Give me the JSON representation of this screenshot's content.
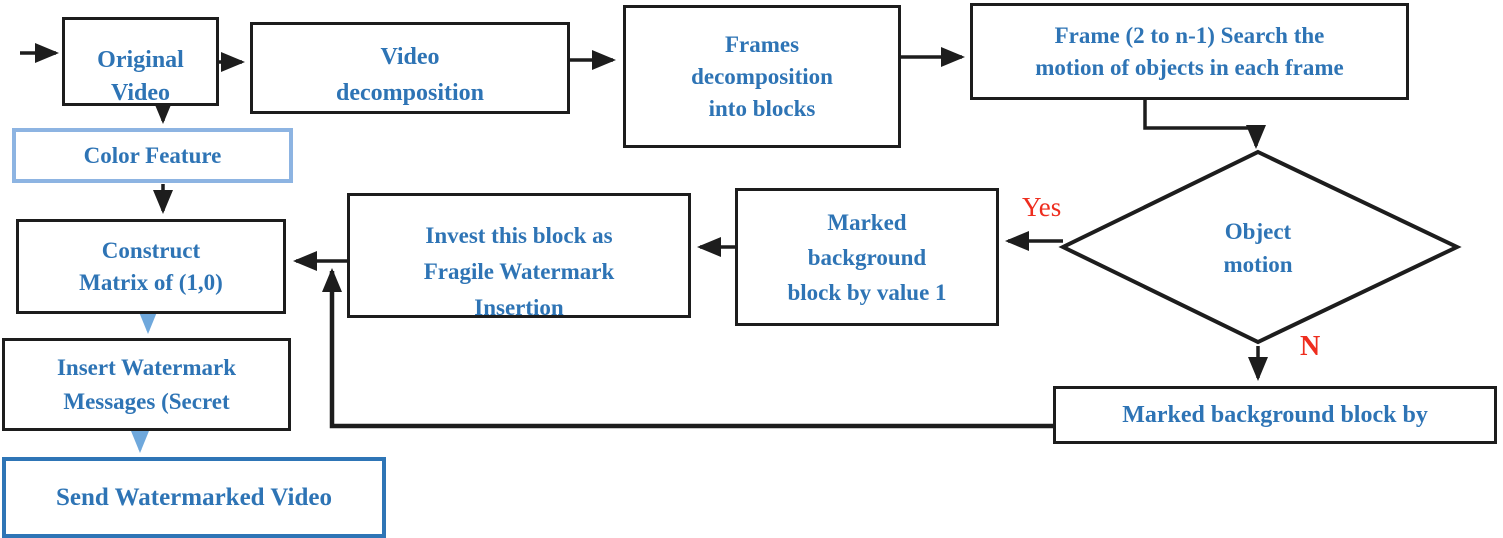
{
  "diagram": {
    "type": "flowchart",
    "nodes": {
      "original_video": {
        "label": "Original\nVideo",
        "shape": "rect",
        "border": "black"
      },
      "video_decomposition": {
        "label": "Video\ndecomposition",
        "shape": "rect",
        "border": "black"
      },
      "frames_decomposition": {
        "label": "Frames\ndecomposition\ninto blocks",
        "shape": "rect",
        "border": "black"
      },
      "frame_search": {
        "label": "Frame (2 to n-1) Search the\nmotion of objects in each frame",
        "shape": "rect",
        "border": "black"
      },
      "color_feature": {
        "label": "Color Feature",
        "shape": "rect",
        "border": "light-blue"
      },
      "construct_matrix": {
        "label": "Construct\nMatrix of (1,0)",
        "shape": "rect",
        "border": "black"
      },
      "insert_watermark": {
        "label": "Insert Watermark\nMessages (Secret",
        "shape": "rect",
        "border": "black"
      },
      "send_watermarked": {
        "label": "Send Watermarked Video",
        "shape": "rect",
        "border": "blue"
      },
      "invest_block": {
        "label": "Invest this block as\nFragile Watermark\nInsertion",
        "shape": "rect",
        "border": "black"
      },
      "marked_block_value1": {
        "label": "Marked\nbackground\nblock by value 1",
        "shape": "rect",
        "border": "black"
      },
      "object_motion": {
        "label": "Object\nmotion",
        "shape": "diamond",
        "border": "black"
      },
      "marked_block_bottom": {
        "label": "Marked background block by",
        "shape": "rect",
        "border": "black"
      }
    },
    "edge_labels": {
      "yes": "Yes",
      "no": "N"
    },
    "colors": {
      "node_text_blue": "#2e74b5",
      "border_black": "#1d1d1d",
      "border_light_blue": "#8db4e2",
      "border_blue": "#2e75b6",
      "arrow_black": "#1d1d1d",
      "arrow_light_blue": "#6fa8dc",
      "edge_label_red": "#ee2d1e",
      "background": "#ffffff"
    }
  }
}
